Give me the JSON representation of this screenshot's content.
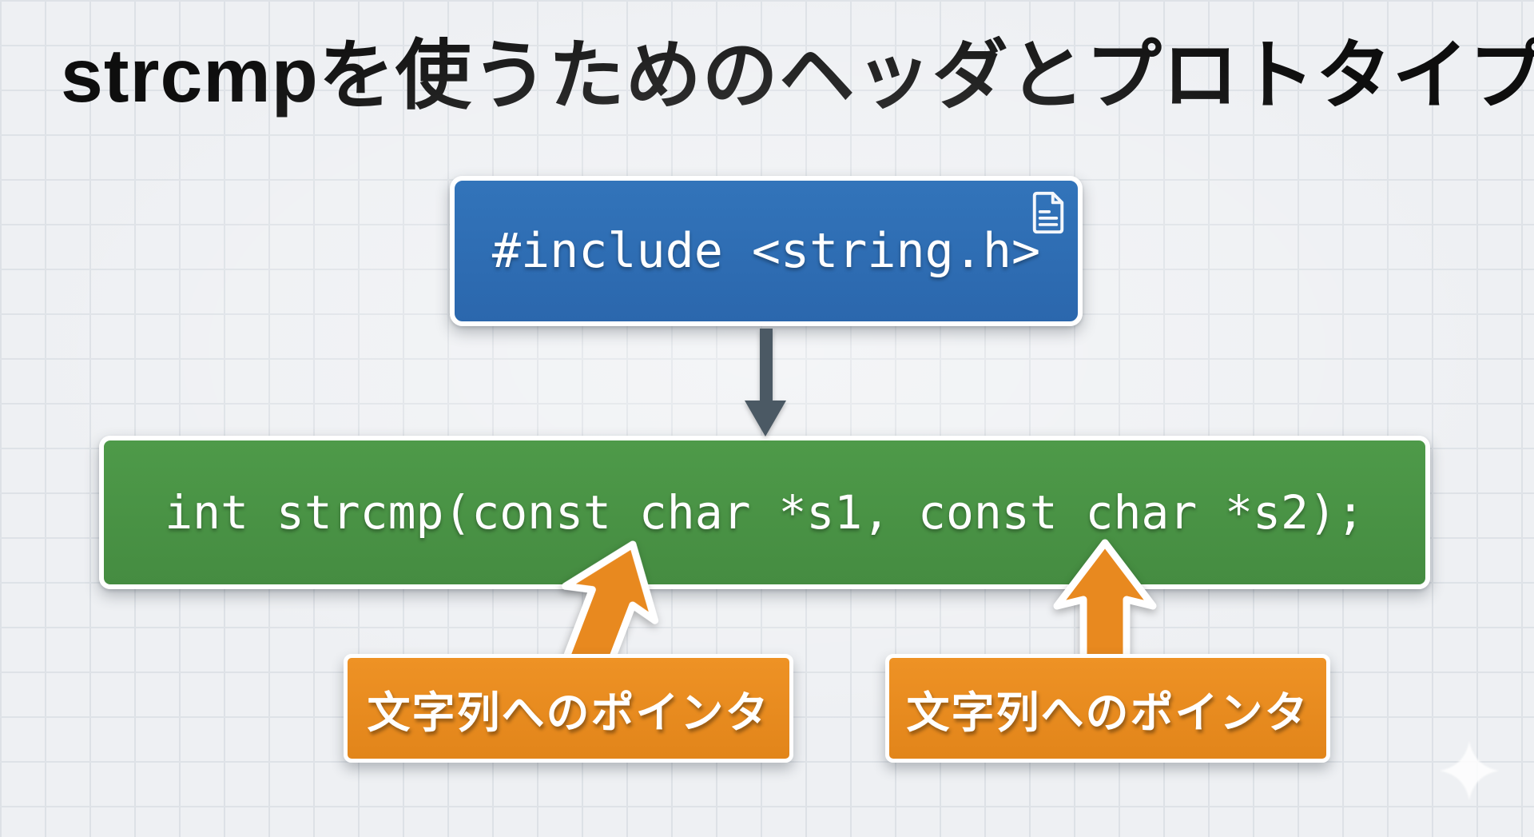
{
  "slide": {
    "title": "strcmpを使うためのヘッダとプロトタイプ",
    "include_box": {
      "code": "#include <string.h>",
      "icon": "document-icon",
      "color": "#2e6eb4"
    },
    "flow": {
      "connector": "down-arrow",
      "connector_color": "#4b5964"
    },
    "prototype_box": {
      "code": "int strcmp(const char *s1, const char *s2);",
      "color": "#4a9345"
    },
    "annotations": [
      {
        "text": "文字列へのポインタ",
        "arrow": "up-arrow-slanted",
        "points_to": "*s1",
        "color": "#e8891f"
      },
      {
        "text": "文字列へのポインタ",
        "arrow": "up-arrow-straight",
        "points_to": "*s2",
        "color": "#e8891f"
      }
    ],
    "decor": {
      "sparkle": "sparkle-icon"
    },
    "background": {
      "color": "#eef0f3",
      "grid_color": "#dde1e6"
    }
  }
}
